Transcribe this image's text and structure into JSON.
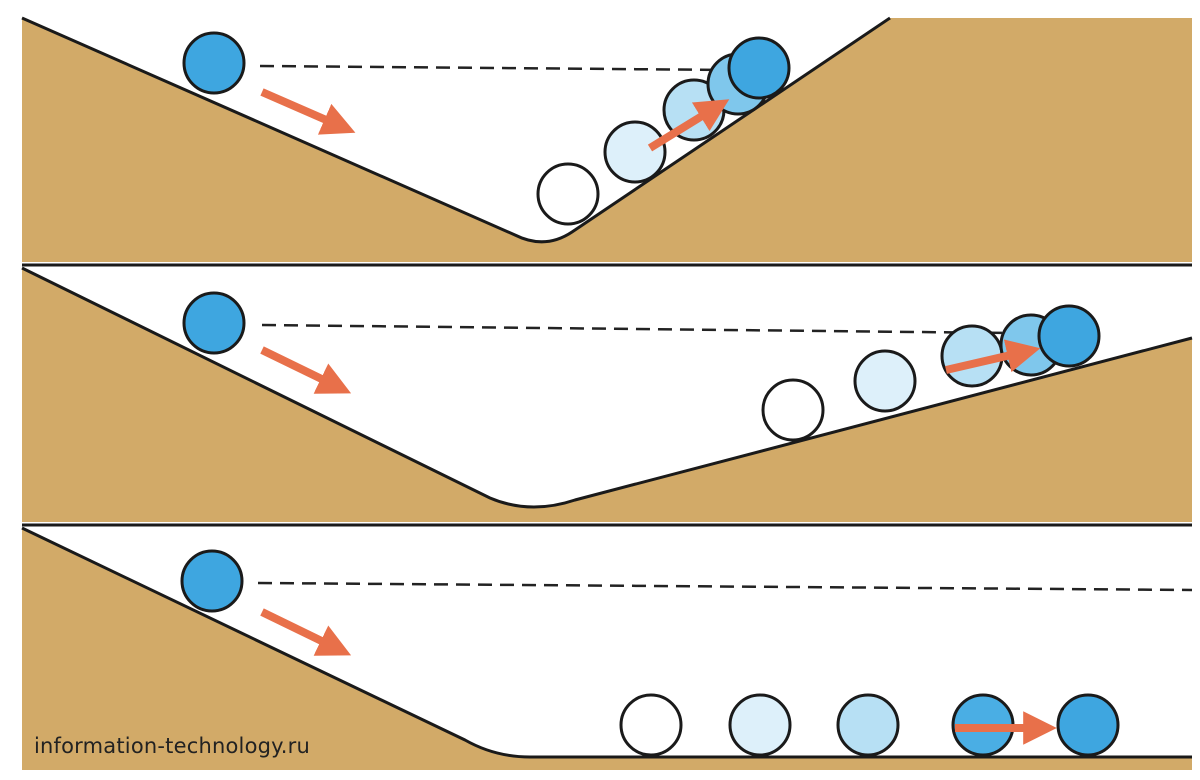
{
  "watermark": "information-technology.ru",
  "colors": {
    "ground": "#d2aa68",
    "outline": "#1a1a1a",
    "arrow": "#e8704a",
    "dash": "#222222",
    "ball_start": "#3ea6e0",
    "ball_fades": [
      "#ffffff",
      "#ddf0fa",
      "#b7e0f4",
      "#7fc7ec",
      "#4aaee4"
    ]
  },
  "icons": [
    "ball-icon",
    "direction-arrow-icon"
  ],
  "panels": [
    {
      "name": "steep-slope",
      "rebound_frames": 5,
      "reaches_start_height": true
    },
    {
      "name": "gentle-slope",
      "rebound_frames": 5,
      "reaches_start_height": true
    },
    {
      "name": "flat-ground",
      "rebound_frames": 5,
      "reaches_start_height": false
    }
  ]
}
